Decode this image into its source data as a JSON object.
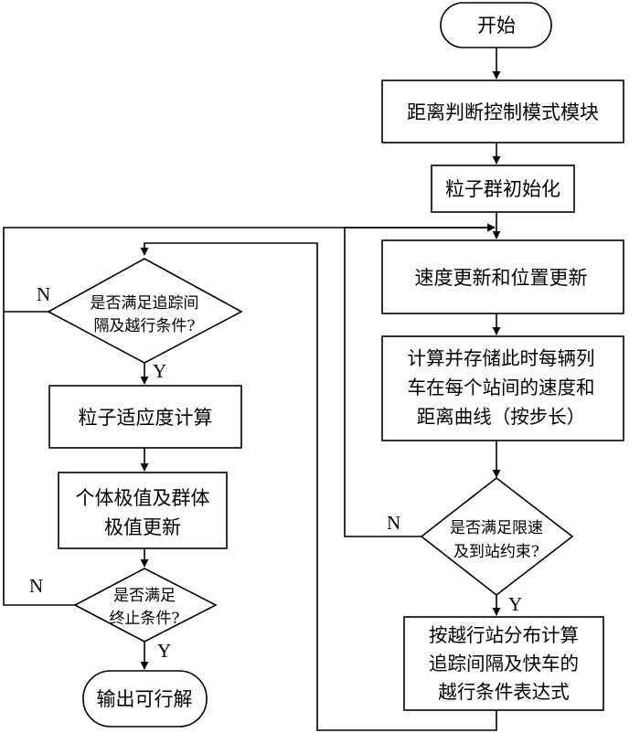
{
  "diagram": {
    "start": "开始",
    "mode_module": "距离判断控制模式模块",
    "init": "粒子群初始化",
    "update": "速度更新和位置更新",
    "compute": [
      "计算并存储此时每辆列",
      "车在每个站间的速度和",
      "距离曲线（按步长）"
    ],
    "decision_speed": [
      "是否满足限速",
      "及到站约束?"
    ],
    "overtake_expr": [
      "按越行站分布计算",
      "追踪间隔及快车的",
      "越行条件表达式"
    ],
    "decision_tracking": [
      "是否满足追踪间",
      "隔及越行条件?"
    ],
    "fitness": "粒子适应度计算",
    "best_update": [
      "个体极值及群体",
      "极值更新"
    ],
    "decision_stop": [
      "是否满足",
      "终止条件?"
    ],
    "output": "输出可行解",
    "labels": {
      "yes": "Y",
      "no": "N"
    }
  }
}
